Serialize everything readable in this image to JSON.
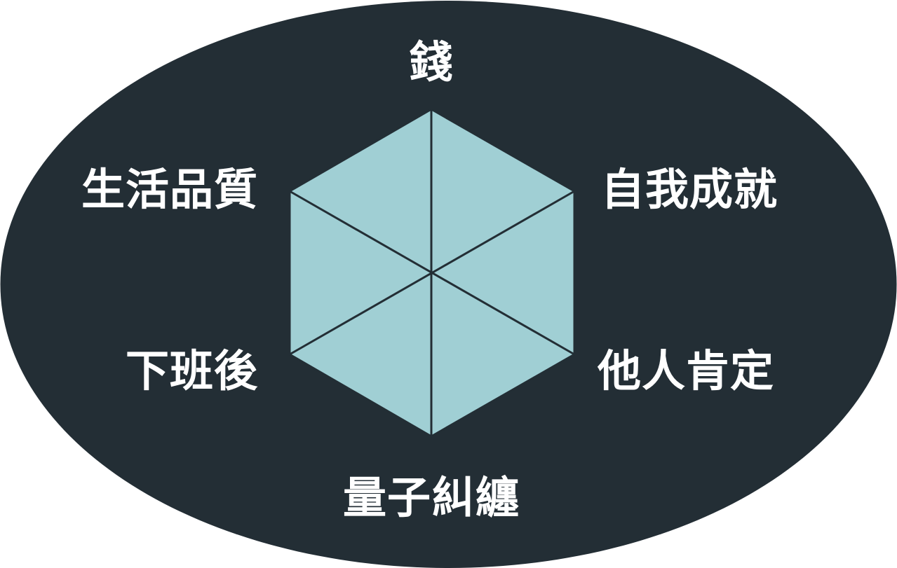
{
  "colors": {
    "background": "#ffffff",
    "ellipse": "#232e35",
    "hexagon_fill": "#a0cfd4",
    "hexagon_stroke": "#232e35",
    "label_text": "#ffffff"
  },
  "diagram": {
    "shape": "hexagon-with-six-axes",
    "labels": {
      "top": "錢",
      "upper_right": "自我成就",
      "lower_right": "他人肯定",
      "bottom": "量子糾纏",
      "lower_left": "下班後",
      "upper_left": "生活品質"
    }
  }
}
